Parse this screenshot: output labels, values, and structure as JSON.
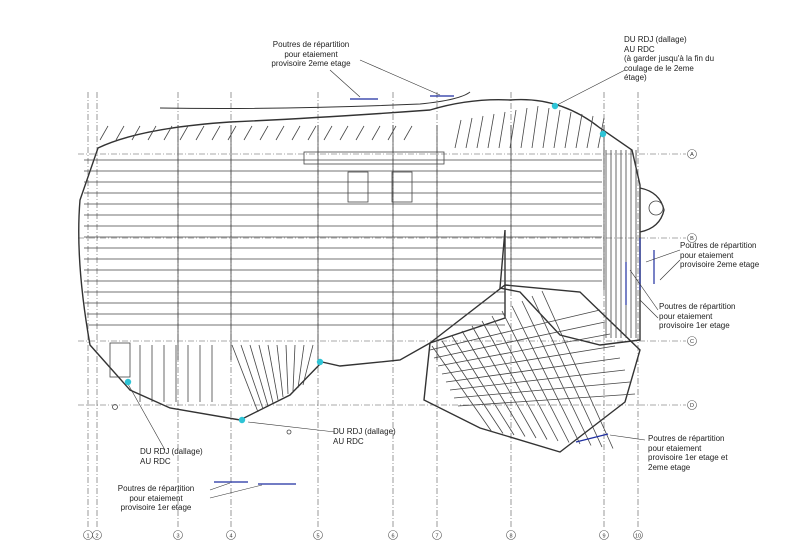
{
  "annotations": {
    "top_center": [
      "Poutres de répartition",
      "pour etaiement",
      "provisoire 2eme etage"
    ],
    "top_right": [
      "DU RDJ (dallage)",
      "AU RDC",
      "(à garder jusqu'à la fin du",
      "coulage de le 2eme",
      "étage)"
    ],
    "right_upper": [
      "Poutres de répartition",
      "pour etaiement",
      "provisoire 2eme etage"
    ],
    "right_middle": [
      "Poutres de répartition",
      "pour etaiement",
      "provisoire 1er etage"
    ],
    "right_lower": [
      "Poutres de répartition",
      "pour etaiement",
      "provisoire 1er etage et",
      "2eme etage"
    ],
    "left_lower": [
      "DU RDJ (dallage)",
      "AU RDC"
    ],
    "center_lower": [
      "DU RDJ (dallage)",
      "AU RDC"
    ],
    "bottom_left": [
      "Poutres de répartition",
      "pour etaiement",
      "provisoire 1er etage"
    ]
  },
  "grid_rows": [
    "A",
    "B",
    "C",
    "D"
  ],
  "grid_columns": [
    "1",
    "2",
    "3",
    "4",
    "5",
    "6",
    "7",
    "8",
    "9",
    "10"
  ],
  "colors": {
    "lines": "#333333",
    "blue_beams": "#1f2fa0",
    "props": "#2ec4d6",
    "grid": "#555555"
  }
}
